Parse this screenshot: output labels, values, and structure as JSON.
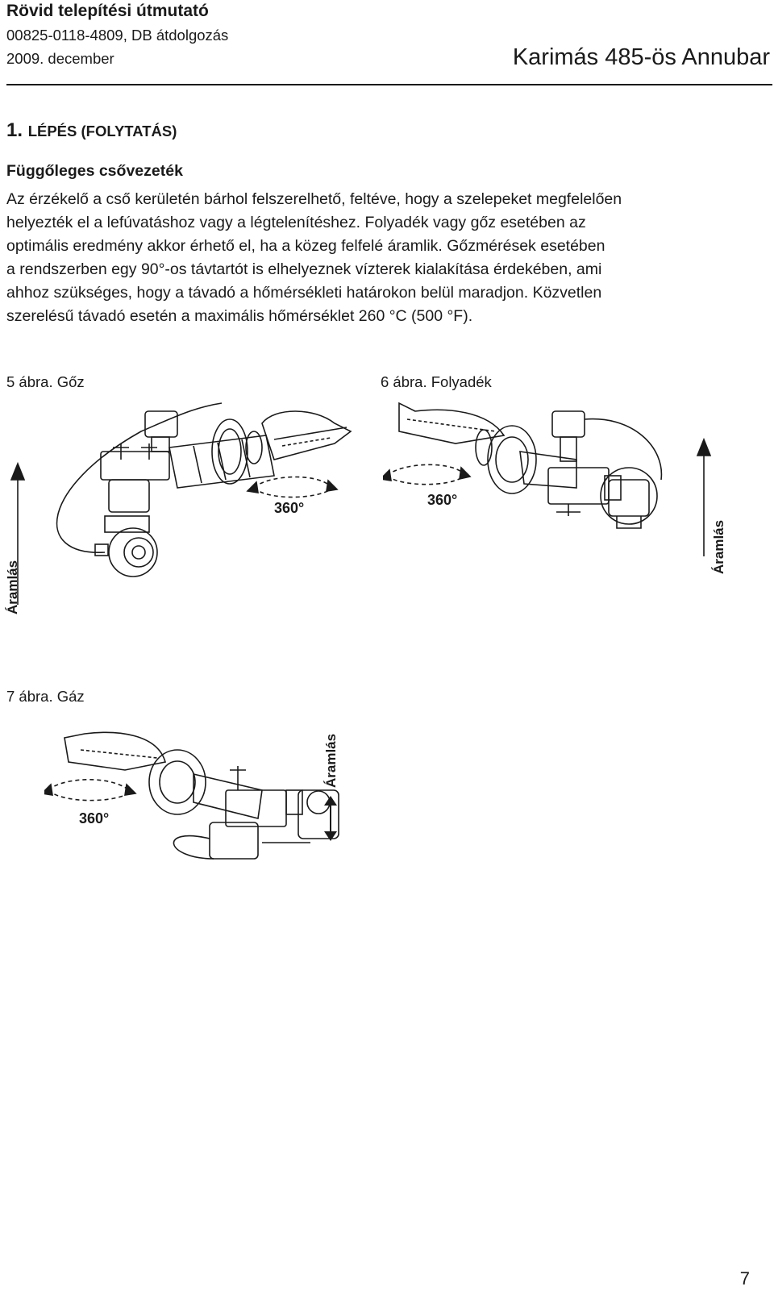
{
  "header": {
    "title": "Rövid telepítési útmutató",
    "doc_number": "00825-0118-4809, DB átdolgozás",
    "date": "2009. december",
    "product": "Karimás 485-ös Annubar"
  },
  "section": {
    "step_number": "1.",
    "step_label": "LÉPÉS (FOLYTATÁS)",
    "subheading": "Függőleges csővezeték",
    "paragraph_lines": [
      "Az érzékelő a cső kerületén bárhol felszerelhető, feltéve, hogy a szelepeket megfelelően",
      "helyezték el a lefúvatáshoz vagy a légtelenítéshez. Folyadék vagy gőz esetében az",
      "optimális eredmény akkor érhető el, ha a közeg felfelé áramlik. Gőzmérések esetében",
      "a rendszerben egy 90°-os távtartót is elhelyeznek vízterek kialakítása érdekében, ami",
      "ahhoz szükséges, hogy a távadó a hőmérsékleti határokon belül maradjon. Közvetlen",
      "szerelésű távadó esetén a maximális hőmérséklet 260 °C (500 °F)."
    ]
  },
  "figures": [
    {
      "caption": "5 ábra. Gőz",
      "flow_label": "Áramlás",
      "rotation_label": "360°"
    },
    {
      "caption": "6 ábra. Folyadék",
      "flow_label": "Áramlás",
      "rotation_label": "360°"
    },
    {
      "caption": "7 ábra. Gáz",
      "flow_label": "Áramlás",
      "rotation_label": "360°"
    }
  ],
  "page_number": "7"
}
